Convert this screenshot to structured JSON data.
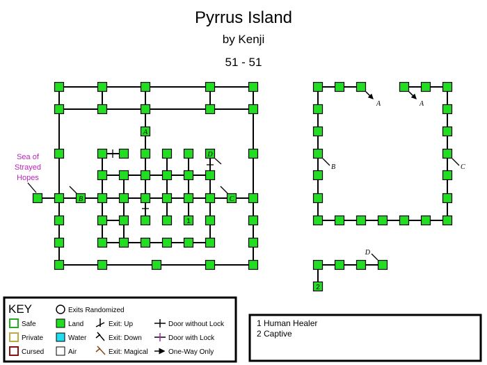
{
  "header": {
    "title": "Pyrrus Island",
    "author": "by Kenji",
    "range": "51 - 51"
  },
  "map": {
    "sea_label": [
      "Sea of",
      "Strayed",
      "Hopes"
    ],
    "room_fill": "#22dd22",
    "room_labels": [
      {
        "id": "A-main",
        "text": "A"
      },
      {
        "id": "D-main",
        "text": "D"
      },
      {
        "id": "B-main",
        "text": "B"
      },
      {
        "id": "C-main",
        "text": "C"
      },
      {
        "id": "A-right-1",
        "text": "A"
      },
      {
        "id": "A-right-2",
        "text": "A"
      },
      {
        "id": "B-right",
        "text": "B"
      },
      {
        "id": "C-right",
        "text": "C"
      },
      {
        "id": "D-right",
        "text": "D"
      }
    ],
    "room_numbers": [
      "1",
      "2"
    ]
  },
  "key": {
    "title": "KEY",
    "exits_randomized": "Exits Randomized",
    "zones": [
      {
        "label": "Safe",
        "color": "#22aa22"
      },
      {
        "label": "Private",
        "color": "#bbaa44"
      },
      {
        "label": "Cursed",
        "color": "#881111"
      }
    ],
    "terrains": [
      {
        "label": "Land",
        "color": "#22dd22"
      },
      {
        "label": "Water",
        "color": "#22ddee"
      },
      {
        "label": "Air",
        "color": "#ffffff"
      }
    ],
    "exits": [
      {
        "label": "Exit: Up",
        "color": "#000000"
      },
      {
        "label": "Exit: Down",
        "color": "#000000"
      },
      {
        "label": "Exit: Magical",
        "color": "#884411"
      }
    ],
    "doors": [
      {
        "label": "Door without Lock",
        "color": "#000000"
      },
      {
        "label": "Door with Lock",
        "color": "#aa22aa"
      },
      {
        "label": "One-Way Only",
        "color": "#000000"
      }
    ]
  },
  "notes": [
    "1 Human Healer",
    "2 Captive"
  ]
}
